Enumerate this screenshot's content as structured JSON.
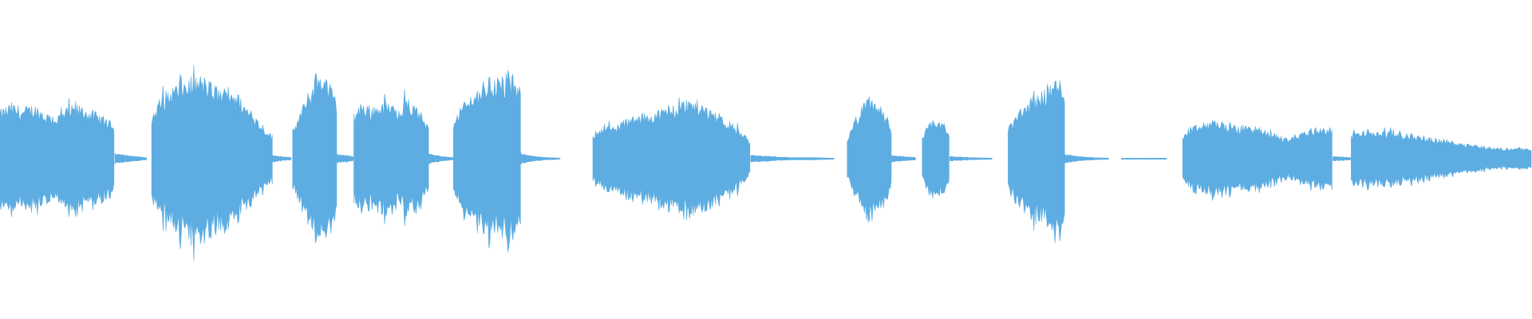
{
  "waveform": {
    "color": "#5dade2",
    "background": "#ffffff",
    "segments": [
      {
        "name": "segment-1",
        "start": 0.0,
        "end": 0.075,
        "profile": [
          0.42,
          0.48,
          0.44,
          0.47,
          0.4,
          0.38,
          0.45,
          0.46,
          0.42,
          0.36,
          0.3
        ]
      },
      {
        "name": "segment-1-tail",
        "start": 0.075,
        "end": 0.096,
        "profile": [
          0.05,
          0.03,
          0.02,
          0.01
        ]
      },
      {
        "name": "segment-2",
        "start": 0.099,
        "end": 0.178,
        "profile": [
          0.38,
          0.55,
          0.62,
          0.68,
          0.7,
          0.72,
          0.65,
          0.6,
          0.63,
          0.5,
          0.4,
          0.3,
          0.2
        ]
      },
      {
        "name": "segment-2-tail",
        "start": 0.178,
        "end": 0.19,
        "profile": [
          0.03,
          0.02,
          0.01
        ]
      },
      {
        "name": "segment-3",
        "start": 0.191,
        "end": 0.22,
        "profile": [
          0.25,
          0.4,
          0.55,
          0.7,
          0.78,
          0.65,
          0.5
        ]
      },
      {
        "name": "segment-3-tail",
        "start": 0.22,
        "end": 0.231,
        "profile": [
          0.04,
          0.02
        ]
      },
      {
        "name": "segment-4",
        "start": 0.231,
        "end": 0.28,
        "profile": [
          0.4,
          0.5,
          0.45,
          0.48,
          0.5,
          0.43,
          0.52,
          0.48,
          0.4,
          0.3
        ]
      },
      {
        "name": "segment-4-tail",
        "start": 0.28,
        "end": 0.296,
        "profile": [
          0.05,
          0.02,
          0.01
        ]
      },
      {
        "name": "segment-5",
        "start": 0.296,
        "end": 0.34,
        "profile": [
          0.35,
          0.48,
          0.55,
          0.62,
          0.7,
          0.72,
          0.68,
          0.72,
          0.6
        ]
      },
      {
        "name": "segment-5-tail",
        "start": 0.34,
        "end": 0.366,
        "profile": [
          0.05,
          0.02,
          0.01,
          0.005
        ]
      },
      {
        "name": "segment-6",
        "start": 0.387,
        "end": 0.49,
        "profile": [
          0.22,
          0.3,
          0.28,
          0.34,
          0.36,
          0.4,
          0.42,
          0.44,
          0.48,
          0.52,
          0.5,
          0.45,
          0.4,
          0.32,
          0.25,
          0.15
        ]
      },
      {
        "name": "segment-6-tail",
        "start": 0.49,
        "end": 0.545,
        "profile": [
          0.03,
          0.02,
          0.01,
          0.01,
          0.005
        ]
      },
      {
        "name": "segment-7",
        "start": 0.553,
        "end": 0.582,
        "profile": [
          0.15,
          0.35,
          0.45,
          0.55,
          0.5,
          0.4,
          0.25
        ]
      },
      {
        "name": "segment-7-tail",
        "start": 0.582,
        "end": 0.598,
        "profile": [
          0.03,
          0.02,
          0.01
        ]
      },
      {
        "name": "segment-8",
        "start": 0.602,
        "end": 0.62,
        "profile": [
          0.2,
          0.3,
          0.35,
          0.32,
          0.22
        ]
      },
      {
        "name": "segment-8-tail",
        "start": 0.62,
        "end": 0.648,
        "profile": [
          0.02,
          0.01,
          0.005
        ]
      },
      {
        "name": "segment-9",
        "start": 0.658,
        "end": 0.695,
        "profile": [
          0.28,
          0.4,
          0.5,
          0.55,
          0.62,
          0.7,
          0.65
        ]
      },
      {
        "name": "segment-9-tail",
        "start": 0.695,
        "end": 0.724,
        "profile": [
          0.04,
          0.02,
          0.01,
          0.005
        ]
      },
      {
        "name": "segment-10",
        "start": 0.732,
        "end": 0.762,
        "profile": [
          0.005,
          0.005,
          0.005
        ]
      },
      {
        "name": "segment-11",
        "start": 0.772,
        "end": 0.87,
        "profile": [
          0.2,
          0.28,
          0.32,
          0.34,
          0.3,
          0.28,
          0.3,
          0.25,
          0.22,
          0.18,
          0.22,
          0.26,
          0.28,
          0.26
        ]
      },
      {
        "name": "segment-11-tail",
        "start": 0.87,
        "end": 0.882,
        "profile": [
          0.02,
          0.01
        ]
      },
      {
        "name": "segment-12",
        "start": 0.882,
        "end": 1.0,
        "profile": [
          0.22,
          0.25,
          0.24,
          0.23,
          0.22,
          0.2,
          0.18,
          0.16,
          0.14,
          0.12,
          0.1,
          0.09,
          0.1,
          0.08
        ]
      }
    ]
  }
}
